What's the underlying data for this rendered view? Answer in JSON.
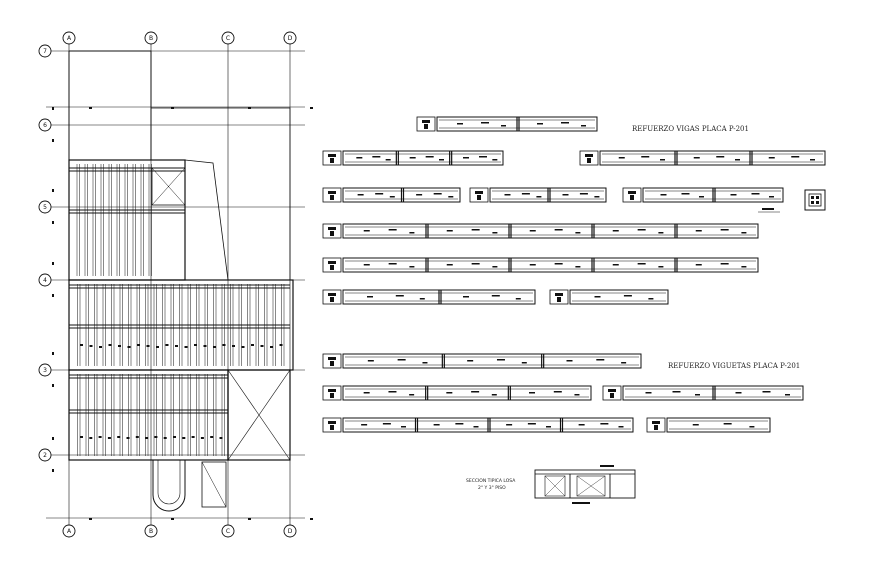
{
  "grid": {
    "columns": [
      "A",
      "B",
      "C",
      "D"
    ],
    "rows": [
      "7",
      "6",
      "5",
      "4",
      "3",
      "2"
    ]
  },
  "labels": {
    "vigas_title": "REFUERZO VIGAS PLACA P-201",
    "viguetas_title": "REFUERZO VIGUETAS PLACA P-201",
    "section_line1": "SECCION TIPICA LOSA",
    "section_line2": "2° Y 3° PISO"
  },
  "colors": {
    "ink": "#111111",
    "paper": "#ffffff"
  }
}
